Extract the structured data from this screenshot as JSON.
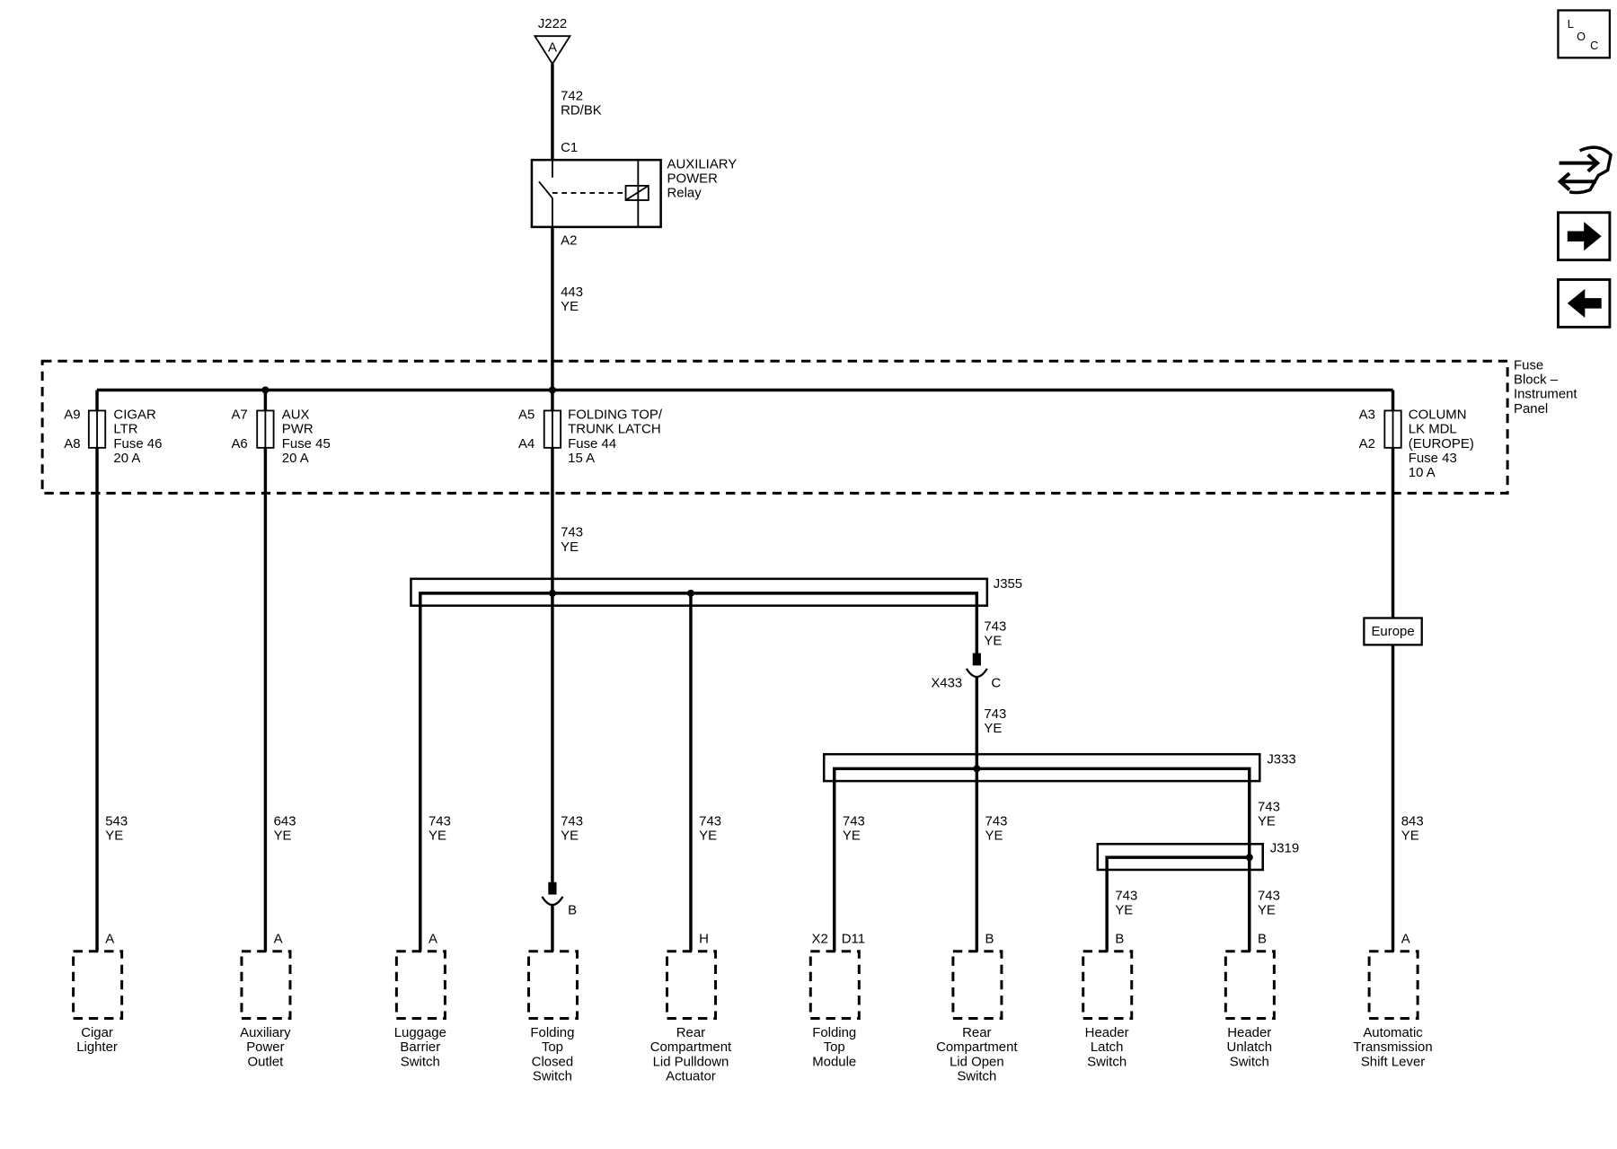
{
  "connector_j222": {
    "name": "J222",
    "pin": "A"
  },
  "wire_742": {
    "num": "742",
    "color": "RD/BK"
  },
  "relay": {
    "pin_in": "C1",
    "pin_out": "A2",
    "line1": "AUXILIARY",
    "line2": "POWER",
    "line3": "Relay"
  },
  "wire_443": {
    "num": "443",
    "color": "YE"
  },
  "fuse_block": {
    "line1": "Fuse",
    "line2": "Block –",
    "line3": "Instrument",
    "line4": "Panel"
  },
  "fuses": [
    {
      "pin_top": "A9",
      "pin_bottom": "A8",
      "line1": "CIGAR",
      "line2": "LTR",
      "line3": "Fuse 46",
      "line4": "20 A",
      "line5": ""
    },
    {
      "pin_top": "A7",
      "pin_bottom": "A6",
      "line1": "AUX",
      "line2": "PWR",
      "line3": "Fuse 45",
      "line4": "20 A",
      "line5": ""
    },
    {
      "pin_top": "A5",
      "pin_bottom": "A4",
      "line1": "FOLDING TOP/",
      "line2": "TRUNK LATCH",
      "line3": "Fuse 44",
      "line4": "15 A",
      "line5": ""
    },
    {
      "pin_top": "A3",
      "pin_bottom": "A2",
      "line1": "COLUMN",
      "line2": "LK MDL",
      "line3": "(EUROPE)",
      "line4": "Fuse 43",
      "line5": "10 A"
    }
  ],
  "splices": {
    "j355": "J355",
    "j333": "J333",
    "j319": "J319"
  },
  "inline_connector": {
    "name": "X433",
    "pin": "C"
  },
  "europe_label": "Europe",
  "wires": [
    {
      "num": "743",
      "color": "YE"
    },
    {
      "num": "743",
      "color": "YE"
    },
    {
      "num": "743",
      "color": "YE"
    },
    {
      "num": "543",
      "color": "YE"
    },
    {
      "num": "643",
      "color": "YE"
    },
    {
      "num": "743",
      "color": "YE"
    },
    {
      "num": "743",
      "color": "YE"
    },
    {
      "num": "743",
      "color": "YE"
    },
    {
      "num": "743",
      "color": "YE"
    },
    {
      "num": "743",
      "color": "YE"
    },
    {
      "num": "743",
      "color": "YE"
    },
    {
      "num": "743",
      "color": "YE"
    },
    {
      "num": "743",
      "color": "YE"
    },
    {
      "num": "843",
      "color": "YE"
    }
  ],
  "folding_top_inline_pin": "B",
  "components": [
    {
      "pin": "A",
      "pin2": "",
      "line1": "Cigar",
      "line2": "Lighter",
      "line3": "",
      "line4": ""
    },
    {
      "pin": "A",
      "pin2": "",
      "line1": "Auxiliary",
      "line2": "Power",
      "line3": "Outlet",
      "line4": ""
    },
    {
      "pin": "A",
      "pin2": "",
      "line1": "Luggage",
      "line2": "Barrier",
      "line3": "Switch",
      "line4": ""
    },
    {
      "pin": "",
      "pin2": "",
      "line1": "Folding",
      "line2": "Top",
      "line3": "Closed",
      "line4": "Switch"
    },
    {
      "pin": "H",
      "pin2": "",
      "line1": "Rear",
      "line2": "Compartment",
      "line3": "Lid Pulldown",
      "line4": "Actuator"
    },
    {
      "pin": "X2",
      "pin2": "D11",
      "line1": "Folding",
      "line2": "Top",
      "line3": "Module",
      "line4": ""
    },
    {
      "pin": "B",
      "pin2": "",
      "line1": "Rear",
      "line2": "Compartment",
      "line3": "Lid Open",
      "line4": "Switch"
    },
    {
      "pin": "B",
      "pin2": "",
      "line1": "Header",
      "line2": "Latch",
      "line3": "Switch",
      "line4": ""
    },
    {
      "pin": "B",
      "pin2": "",
      "line1": "Header",
      "line2": "Unlatch",
      "line3": "Switch",
      "line4": ""
    },
    {
      "pin": "A",
      "pin2": "",
      "line1": "Automatic",
      "line2": "Transmission",
      "line3": "Shift Lever",
      "line4": ""
    }
  ],
  "nav": {
    "loc_l": "L",
    "loc_o": "O",
    "loc_c": "C",
    "icons": [
      "connector-end-view-icon",
      "next-page-arrow-icon",
      "previous-page-arrow-icon"
    ]
  }
}
